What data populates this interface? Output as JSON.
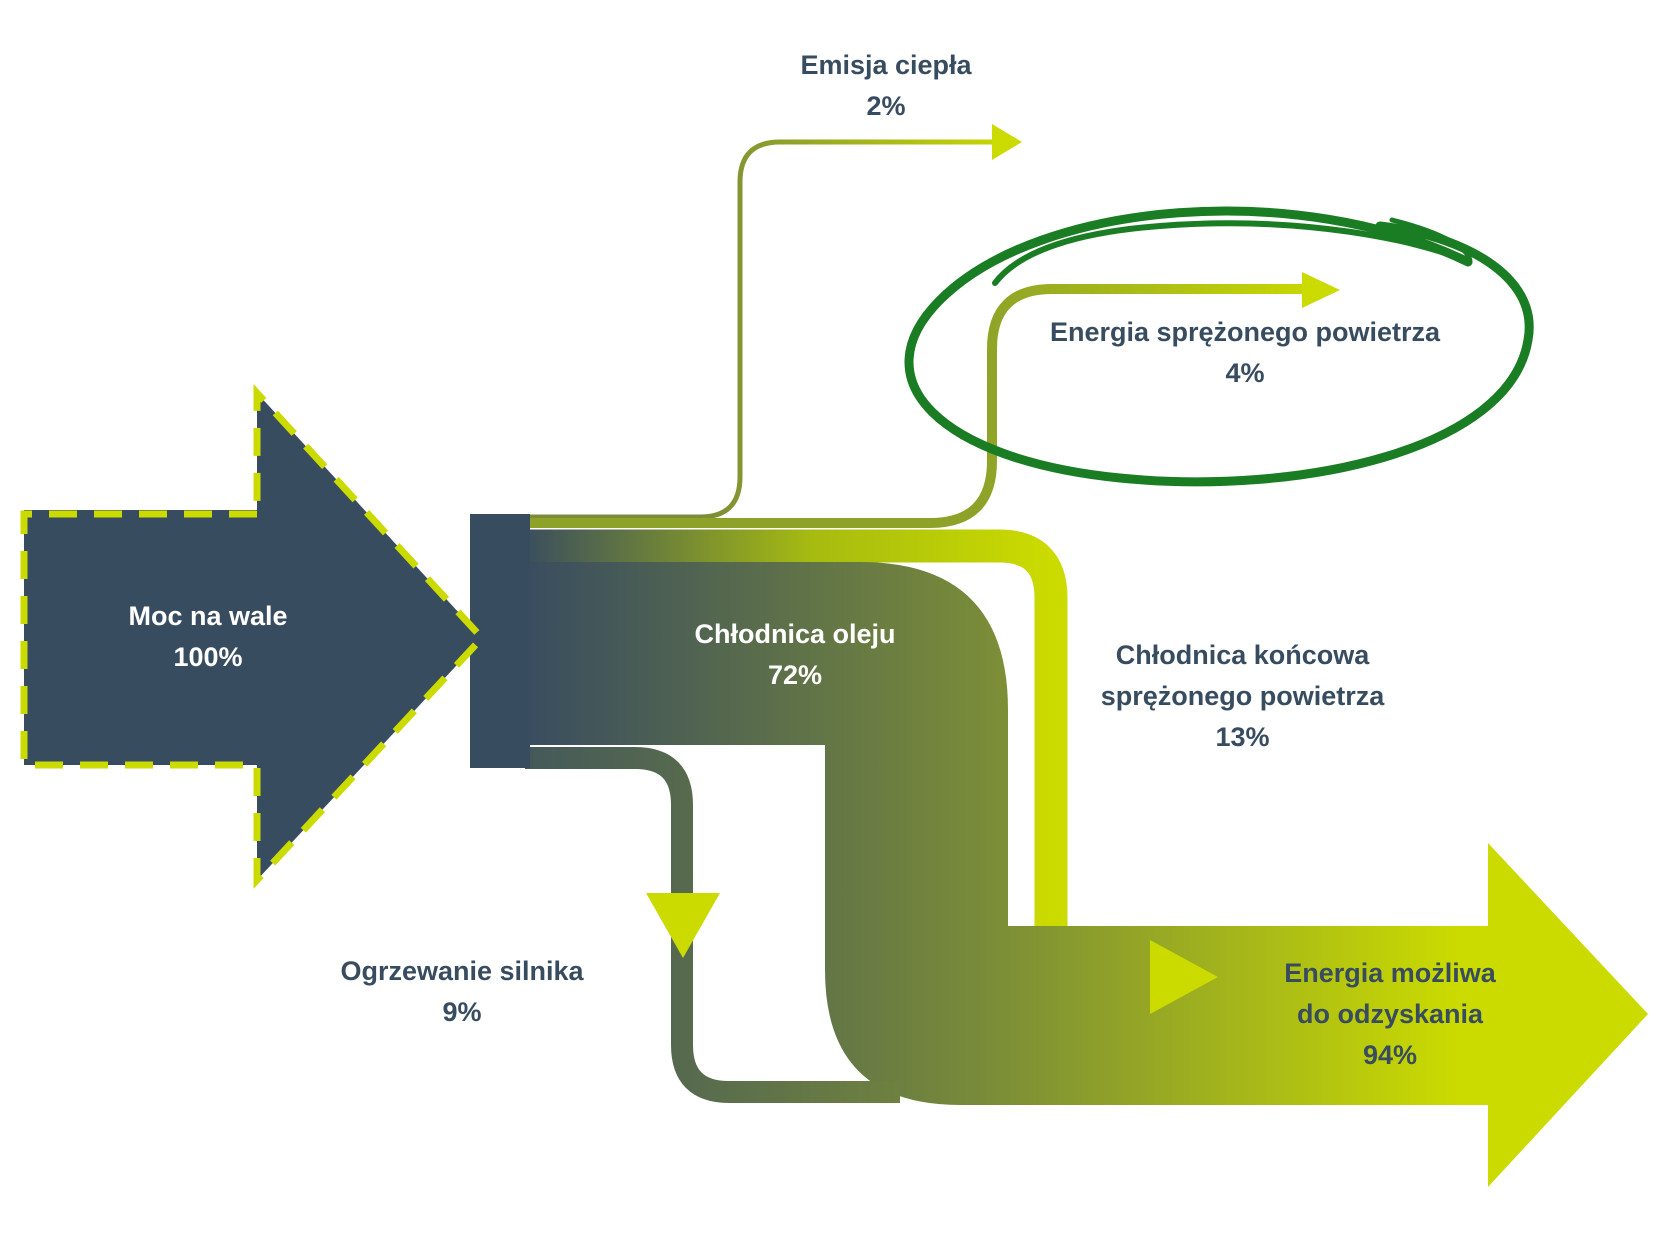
{
  "colors": {
    "navy": "#384c60",
    "lime": "#cbdb00",
    "olive": "#7a8c38",
    "highlight_green": "#1b7d23",
    "text_dark": "#384c60",
    "text_light": "#ffffff"
  },
  "nodes": {
    "source": {
      "title": "Moc na wale",
      "value": "100%"
    },
    "heat_emission": {
      "title": "Emisja ciepła",
      "value": "2%"
    },
    "compressed_air_energy": {
      "title": "Energia sprężonego powietrza",
      "value": "4%"
    },
    "aftercooler": {
      "title_line1": "Chłodnica końcowa",
      "title_line2": "sprężonego powietrza",
      "value": "13%"
    },
    "oil_cooler": {
      "title": "Chłodnica oleju",
      "value": "72%"
    },
    "engine_heating": {
      "title": "Ogrzewanie silnika",
      "value": "9%"
    },
    "recoverable": {
      "title_line1": "Energia możliwa",
      "title_line2": "do odzyskania",
      "value": "94%"
    }
  },
  "flows": [
    {
      "from": "Moc na wale",
      "to": "Emisja ciepła",
      "percent": 2
    },
    {
      "from": "Moc na wale",
      "to": "Energia sprężonego powietrza",
      "percent": 4
    },
    {
      "from": "Moc na wale",
      "to": "Chłodnica końcowa sprężonego powietrza",
      "percent": 13
    },
    {
      "from": "Moc na wale",
      "to": "Chłodnica oleju",
      "percent": 72
    },
    {
      "from": "Moc na wale",
      "to": "Ogrzewanie silnika",
      "percent": 9
    },
    {
      "from": "Chłodnica oleju",
      "to": "Energia możliwa do odzyskania",
      "percent": 72
    },
    {
      "from": "Chłodnica końcowa sprężonego powietrza",
      "to": "Energia możliwa do odzyskania",
      "percent": 13
    },
    {
      "from": "Ogrzewanie silnika",
      "to": "Energia możliwa do odzyskania",
      "percent": 9
    }
  ],
  "highlight": {
    "target": "Energia sprężonego powietrza",
    "style": "hand-drawn ellipse"
  }
}
